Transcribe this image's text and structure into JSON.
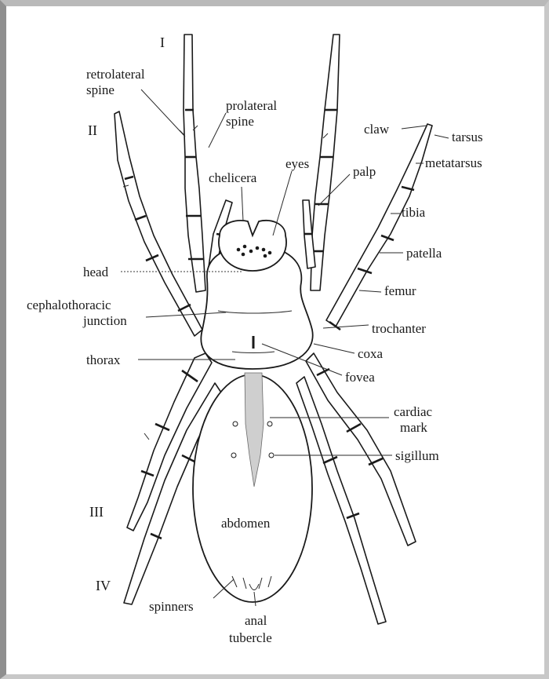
{
  "leg_numerals": [
    "I",
    "II",
    "III",
    "IV"
  ],
  "labels": {
    "retrolateral_spine": [
      "retrolateral",
      "spine"
    ],
    "prolateral_spine": [
      "prolateral",
      "spine"
    ],
    "chelicera": "chelicera",
    "eyes": "eyes",
    "palp": "palp",
    "claw": "claw",
    "tarsus": "tarsus",
    "metatarsus": "metatarsus",
    "tibia": "tibia",
    "patella": "patella",
    "femur": "femur",
    "head": "head",
    "cephalothoracic_junction": [
      "cephalothoracic",
      "junction"
    ],
    "trochanter": "trochanter",
    "coxa": "coxa",
    "thorax": "thorax",
    "fovea": "fovea",
    "cardiac_mark": [
      "cardiac",
      "mark"
    ],
    "sigillum": "sigillum",
    "abdomen": "abdomen",
    "spinners": "spinners",
    "anal_tubercle": [
      "anal",
      "tubercle"
    ]
  },
  "colors": {
    "ink": "#1a1a1a",
    "background": "#ffffff",
    "frame": "#8f8f8f"
  }
}
